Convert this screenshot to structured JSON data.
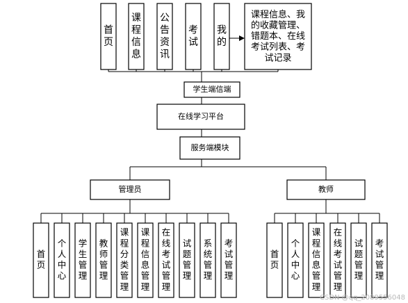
{
  "diagram": {
    "top_modules": [
      {
        "id": "t-home",
        "text": "首页",
        "dir": "v"
      },
      {
        "id": "t-course-info",
        "text": "课程信息",
        "dir": "v"
      },
      {
        "id": "t-notice",
        "text": "公告资讯",
        "dir": "v"
      },
      {
        "id": "t-exam",
        "text": "考试",
        "dir": "v"
      },
      {
        "id": "t-mine",
        "text": "我的",
        "dir": "v"
      }
    ],
    "mine_detail": "课程信息、我的收藏管理、错题本、在线考试列表、考试记录",
    "student_portal": "学生端信端",
    "online_platform": "在线学习平台",
    "server_module": "服务端模块",
    "admin": {
      "name": "管理员",
      "modules": [
        "首页",
        "个人中心",
        "学生管理",
        "教师管理",
        "课程分类管理",
        "课程信息管理",
        "在线考试管理",
        "试题管理",
        "系统管理",
        "考试管理"
      ]
    },
    "teacher": {
      "name": "教师",
      "modules": [
        "首页",
        "个人中心",
        "课程信息管理",
        "在线考试管理",
        "试题管理",
        "考试管理"
      ]
    },
    "watermark": "CSDN @qq_2089556048"
  }
}
